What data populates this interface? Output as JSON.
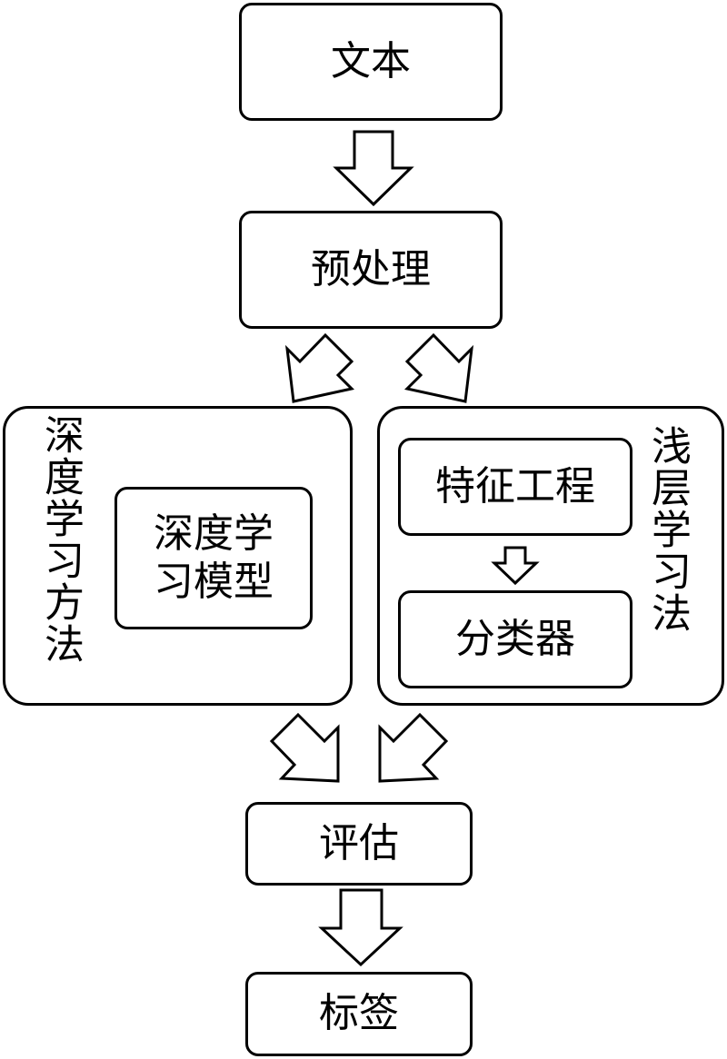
{
  "nodes": {
    "text": "文本",
    "preprocess": "预处理",
    "deep_method": "深度学习方法",
    "deep_model_line1": "深度学",
    "deep_model_line2": "习模型",
    "shallow_method": "浅层学习法",
    "feature_engineering": "特征工程",
    "classifier": "分类器",
    "evaluation": "评估",
    "label": "标签"
  }
}
